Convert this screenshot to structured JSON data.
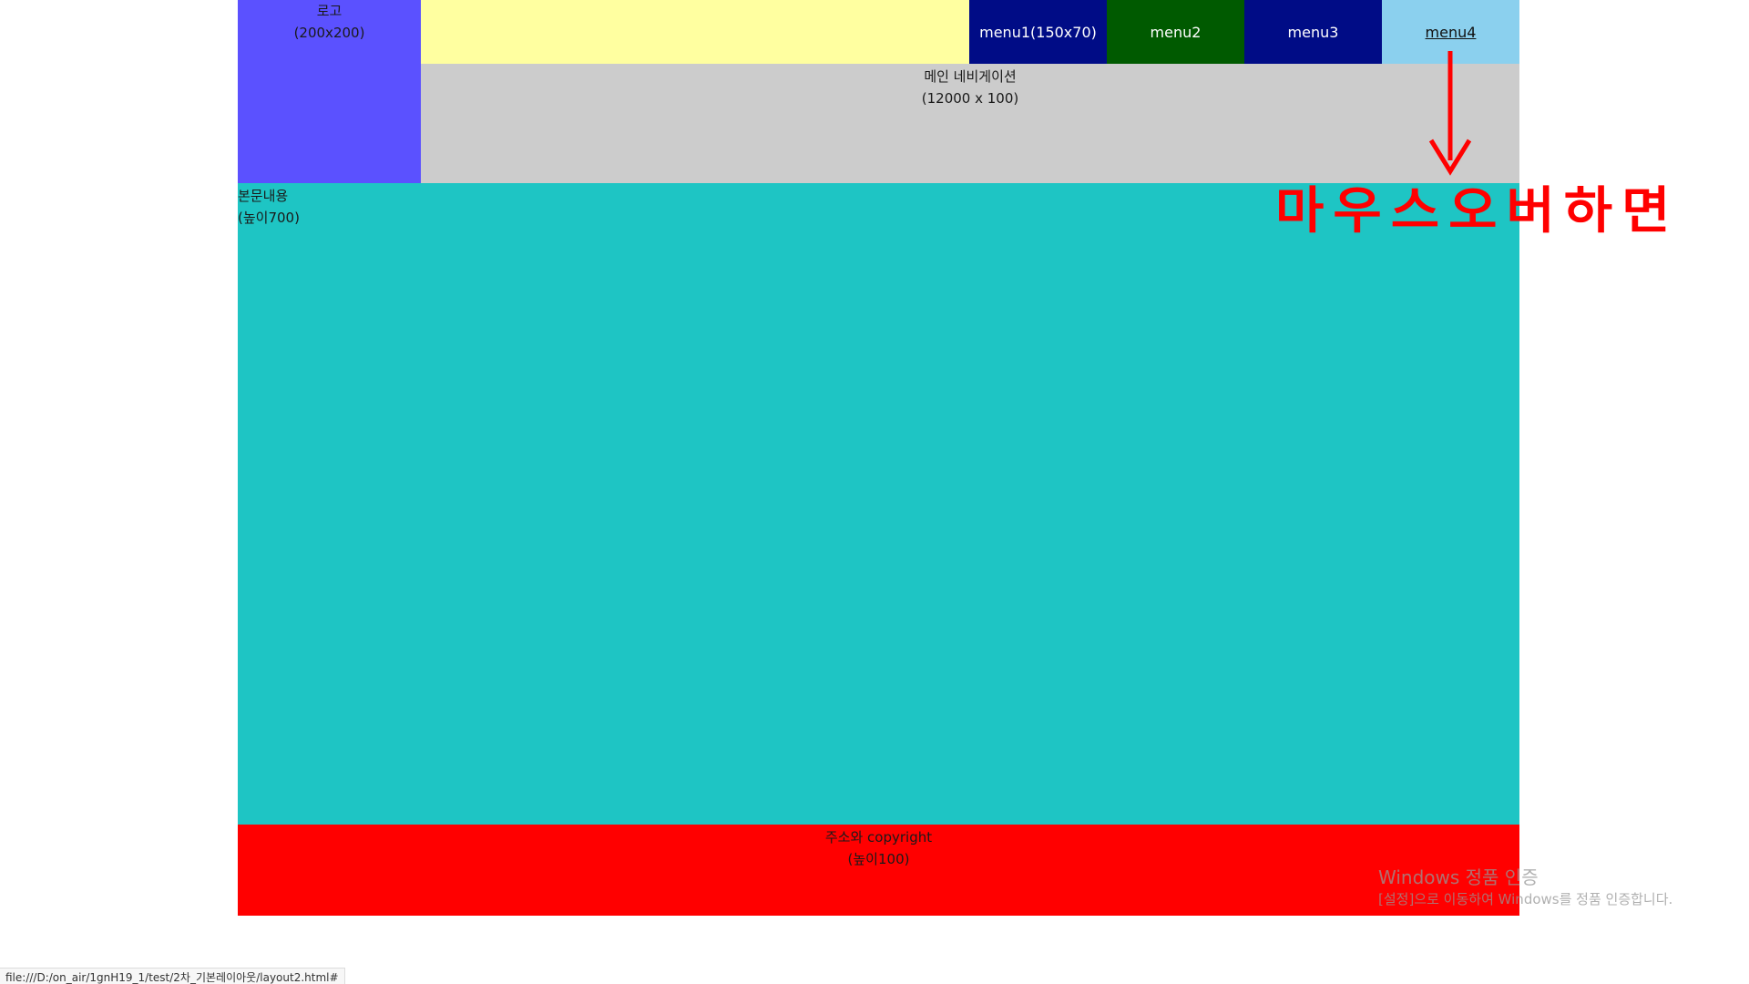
{
  "logo": {
    "line1": "로고",
    "line2": "(200x200)"
  },
  "menus": [
    {
      "label": "menu1(150x70)",
      "color": "#000c86"
    },
    {
      "label": "menu2",
      "color": "#005a00"
    },
    {
      "label": "menu3",
      "color": "#000c86"
    },
    {
      "label": "menu4",
      "color": "#8bd0ee"
    }
  ],
  "main_nav": {
    "line1": "메인 네비게이션",
    "line2": "(12000 x 100)"
  },
  "content": {
    "line1": "본문내용",
    "line2": "(높이700)"
  },
  "footer": {
    "line1": "주소와 copyright",
    "line2": "(높이100)"
  },
  "annotation": {
    "text": "마우스오버하면",
    "color": "#ff0000"
  },
  "watermark": {
    "title": "Windows 정품 인증",
    "subtitle": "[설정]으로 이동하여 Windows를 정품 인증합니다."
  },
  "statusbar": {
    "url": "file:///D:/on_air/1gnH19_1/test/2차_기본레이아웃/layout2.html#"
  },
  "colors": {
    "logo": "#5b51ff",
    "topbar": "#ffffa0",
    "main_nav": "#cccccc",
    "content": "#1ec5c4",
    "footer": "#ff0000"
  }
}
